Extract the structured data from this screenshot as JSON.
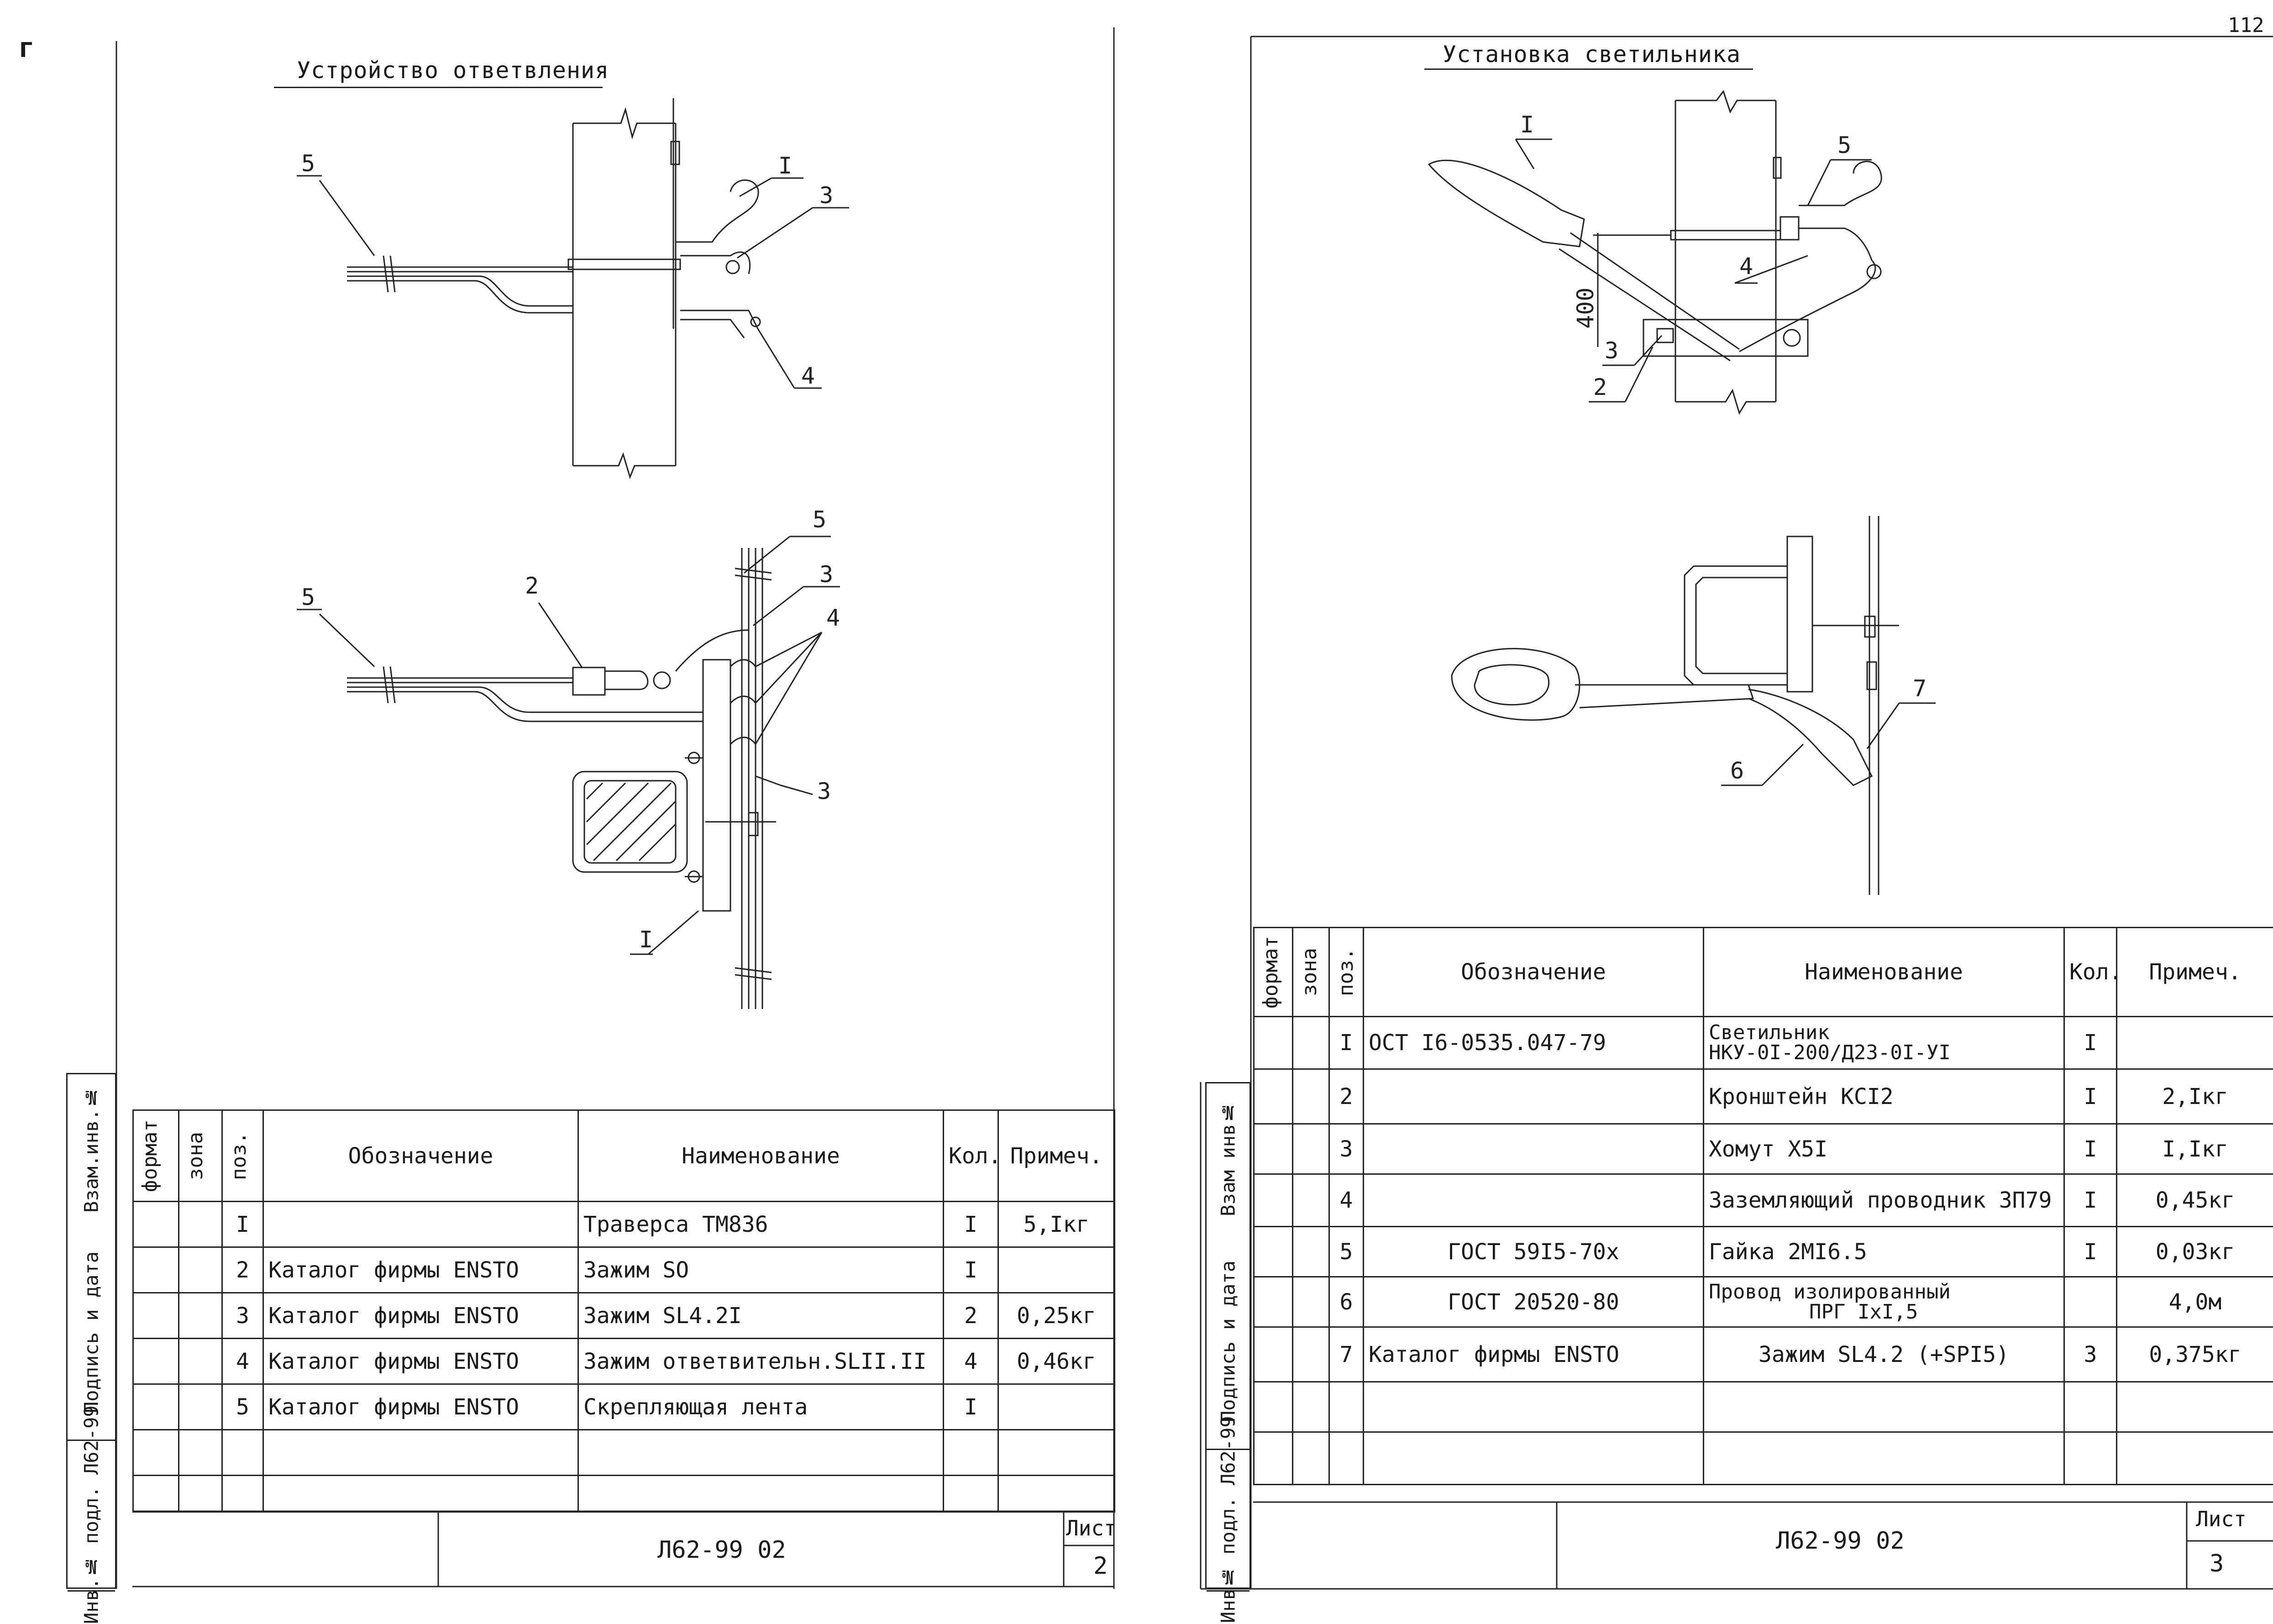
{
  "page_mark": "г",
  "corner_mark": "112",
  "left_sheet": {
    "title_top": "Устройство ответвления",
    "callouts_top": {
      "n5": "5",
      "nI": "I",
      "n3": "3",
      "n4": "4"
    },
    "callouts_bottom": {
      "n5a": "5",
      "n2": "2",
      "n5b": "5",
      "n3a": "3",
      "n4": "4",
      "n3b": "3",
      "nI": "I"
    },
    "side_stamp": {
      "vzam": "Взам.инв.№",
      "podpis": "Подпись и дата",
      "inv": "Инв.№ подл.",
      "inv_value": "Л62-99"
    },
    "table": {
      "headers": {
        "format": "формат",
        "zona": "зона",
        "poz": "поз.",
        "oboznachenie": "Обозначение",
        "naimenovanie": "Наименование",
        "kol": "Кол.",
        "primech": "Примеч."
      },
      "rows": [
        {
          "poz": "I",
          "oboz": "",
          "naim": "Траверса ТМ836",
          "kol": "I",
          "prim": "5,Iкг"
        },
        {
          "poz": "2",
          "oboz": "Каталог фирмы ENSTO",
          "naim": "Зажим  SO",
          "kol": "I",
          "prim": ""
        },
        {
          "poz": "3",
          "oboz": "Каталог фирмы ENSTO",
          "naim": "Зажим  SL4.2I",
          "kol": "2",
          "prim": "0,25кг"
        },
        {
          "poz": "4",
          "oboz": "Каталог фирмы ENSTO",
          "naim": "Зажим ответвительн.SLII.II",
          "kol": "4",
          "prim": "0,46кг"
        },
        {
          "poz": "5",
          "oboz": "Каталог фирмы ENSTO",
          "naim": "Скрепляющая лента",
          "kol": "I",
          "prim": ""
        },
        {
          "poz": "",
          "oboz": "",
          "naim": "",
          "kol": "",
          "prim": ""
        },
        {
          "poz": "",
          "oboz": "",
          "naim": "",
          "kol": "",
          "prim": ""
        }
      ]
    },
    "title_block": {
      "code": "Л62-99 02",
      "sheet_label": "Лист",
      "sheet_no": "2"
    }
  },
  "right_sheet": {
    "title_top": "Установка светильника",
    "callouts_top": {
      "nI": "I",
      "n5": "5",
      "n4": "4",
      "d400": "400",
      "n3": "3",
      "n2": "2"
    },
    "callouts_bottom": {
      "n7": "7",
      "n6": "6"
    },
    "side_stamp": {
      "vzam": "Взам инв№",
      "podpis": "Подпись и дата",
      "inv": "Инв№ подл.",
      "inv_value": "Л62-99"
    },
    "table": {
      "headers": {
        "format": "формат",
        "zona": "зона",
        "poz": "поз.",
        "oboznachenie": "Обозначение",
        "naimenovanie": "Наименование",
        "kol": "Кол.",
        "primech": "Примеч."
      },
      "rows": [
        {
          "poz": "I",
          "oboz": "ОСТ I6-0535.047-79",
          "naim": "Светильник",
          "naim2": "НКУ-0I-200/Д23-0I-УI",
          "kol": "I",
          "prim": ""
        },
        {
          "poz": "2",
          "oboz": "",
          "naim": "Кронштейн КСI2",
          "naim2": "",
          "kol": "I",
          "prim": "2,Iкг"
        },
        {
          "poz": "3",
          "oboz": "",
          "naim": "Хомут Х5I",
          "naim2": "",
          "kol": "I",
          "prim": "I,Iкг"
        },
        {
          "poz": "4",
          "oboz": "",
          "naim": "Заземляющий проводник ЗП79",
          "naim2": "",
          "kol": "I",
          "prim": "0,45кг"
        },
        {
          "poz": "5",
          "oboz": "ГОСТ 59I5-70х",
          "naim": "Гайка 2МI6.5",
          "naim2": "",
          "kol": "I",
          "prim": "0,03кг"
        },
        {
          "poz": "6",
          "oboz": "ГОСТ 20520-80",
          "naim": "Провод изолированный",
          "naim2": "ПРГ  IхI,5",
          "kol": "",
          "prim": "4,0м"
        },
        {
          "poz": "7",
          "oboz": "Каталог фирмы ENSTO",
          "naim": "Зажим SL4.2 (+SPI5)",
          "naim2": "",
          "kol": "3",
          "prim": "0,375кг"
        },
        {
          "poz": "",
          "oboz": "",
          "naim": "",
          "naim2": "",
          "kol": "",
          "prim": ""
        },
        {
          "poz": "",
          "oboz": "",
          "naim": "",
          "naim2": "",
          "kol": "",
          "prim": ""
        }
      ]
    },
    "title_block": {
      "code": "Л62-99 02",
      "sheet_label": "Лист",
      "sheet_no": "3"
    }
  }
}
